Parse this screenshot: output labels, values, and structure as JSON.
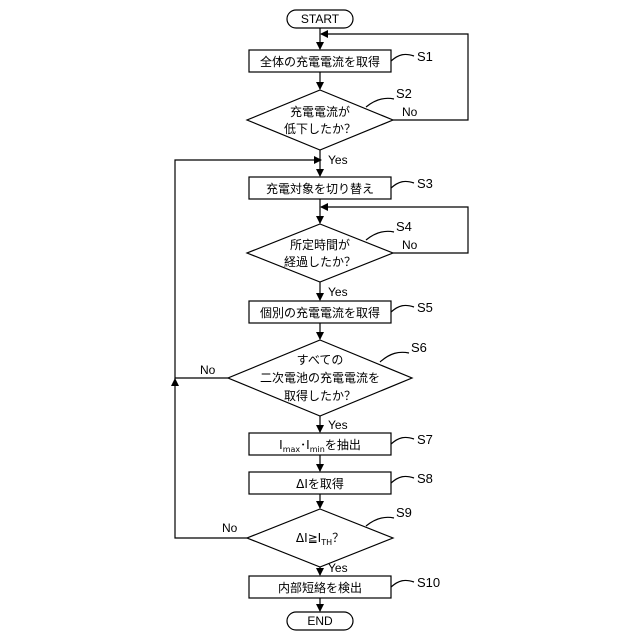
{
  "terminals": {
    "start": "START",
    "end": "END"
  },
  "steps": {
    "s1": {
      "text": "全体の充電電流を取得",
      "label": "S1"
    },
    "s2": {
      "line1": "充電電流が",
      "line2": "低下したか？",
      "label": "S2"
    },
    "s3": {
      "text": "充電対象を切り替え",
      "label": "S3"
    },
    "s4": {
      "line1": "所定時間が",
      "line2": "経過したか？",
      "label": "S4"
    },
    "s5": {
      "text": "個別の充電電流を取得",
      "label": "S5"
    },
    "s6": {
      "line1": "すべての",
      "line2": "二次電池の充電電流を",
      "line3": "取得したか？",
      "label": "S6"
    },
    "s7": {
      "i1": "I",
      "sub1": "max",
      "dot": "･",
      "i2": "I",
      "sub2": "min",
      "tail": "を抽出",
      "label": "S7"
    },
    "s8": {
      "text": "ΔIを取得",
      "label": "S8"
    },
    "s9": {
      "pre": "ΔI≧I",
      "sub": "TH",
      "post": "？",
      "label": "S9"
    },
    "s10": {
      "text": "内部短絡を検出",
      "label": "S10"
    }
  },
  "branches": {
    "s2_no": "No",
    "s2_yes": "Yes",
    "s4_no": "No",
    "s4_yes": "Yes",
    "s6_no": "No",
    "s6_yes": "Yes",
    "s9_no": "No",
    "s9_yes": "Yes"
  }
}
